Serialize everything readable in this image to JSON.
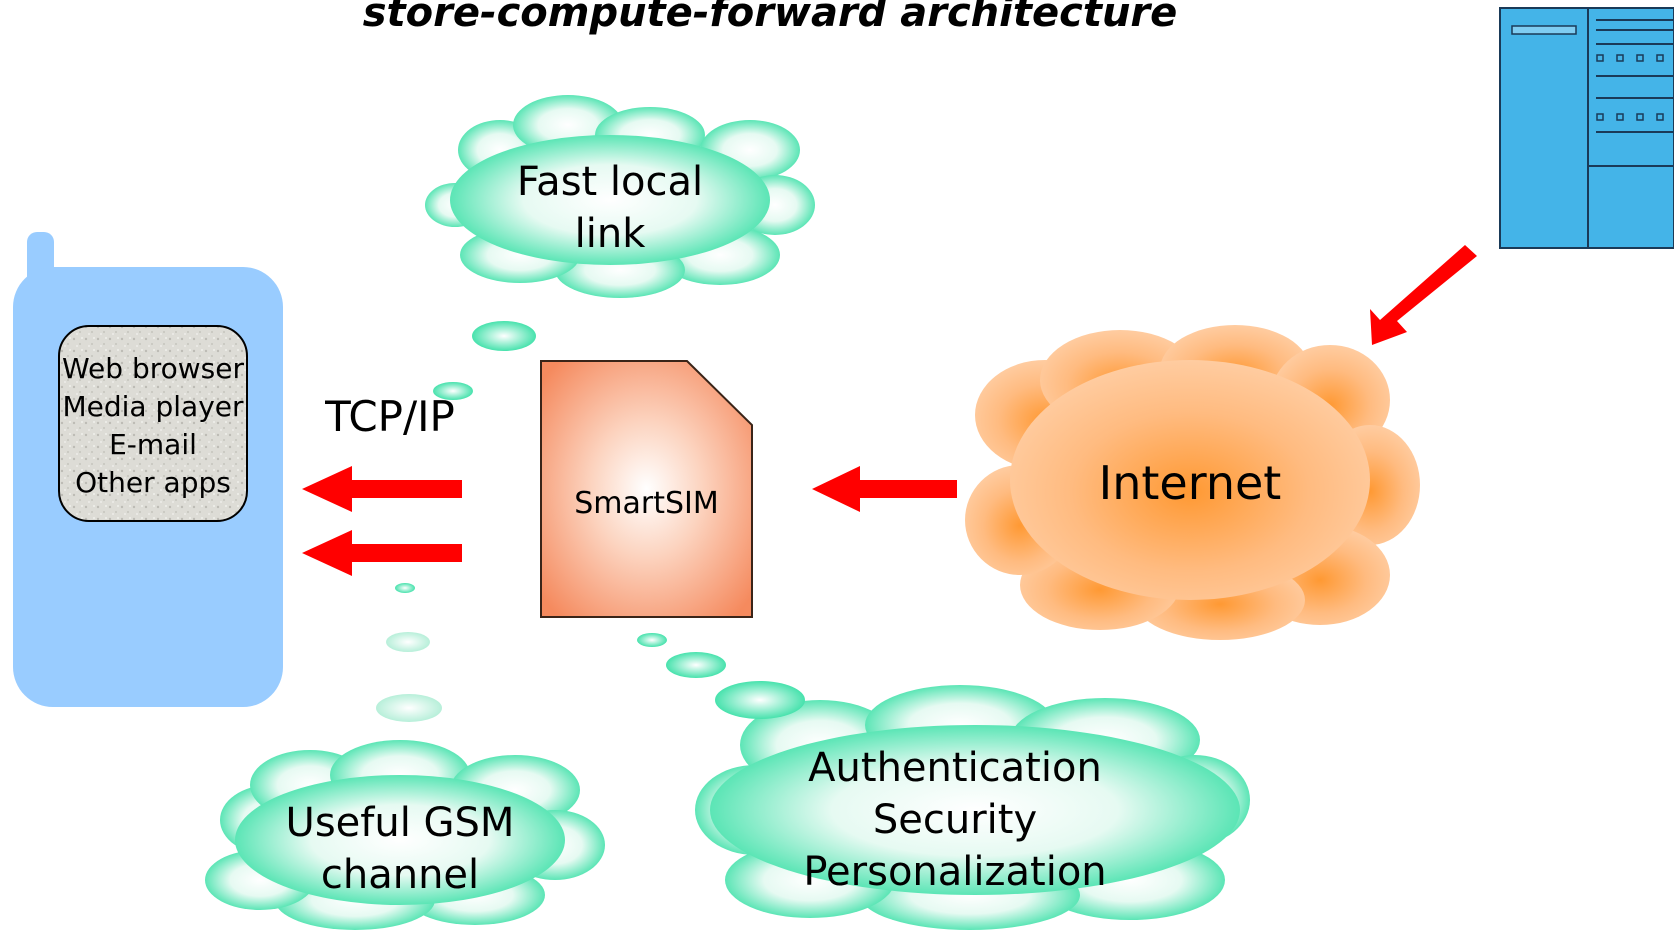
{
  "title": "store-compute-forward architecture",
  "phone": {
    "apps": [
      "Web browser",
      "Media player",
      "E-mail",
      "Other apps"
    ]
  },
  "smartsim": {
    "label": "SmartSIM"
  },
  "protocol_label": "TCP/IP",
  "internet": {
    "label": "Internet"
  },
  "clouds": {
    "fast_link": {
      "lines": [
        "Fast local",
        "link"
      ]
    },
    "gsm": {
      "lines": [
        "Useful GSM",
        "channel"
      ]
    },
    "features": {
      "lines": [
        "Authentication",
        "Security",
        "Personalization"
      ]
    }
  },
  "colors": {
    "phone": "#99ccff",
    "cloud_green": "#1ddc9a",
    "internet_orange": "#ff9933",
    "sim_orange": "#f59068",
    "arrow_red": "#ff0000",
    "server_blue": "#44b4e8"
  }
}
